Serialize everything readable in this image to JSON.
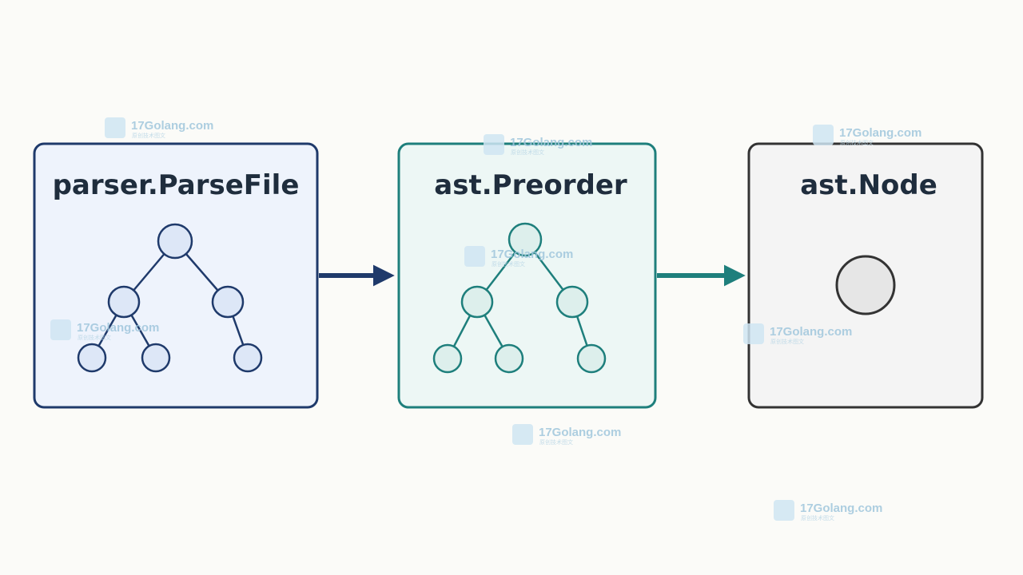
{
  "boxes": [
    {
      "id": "parsefile",
      "title": "parser.ParseFile",
      "kind": "tree",
      "color": "#1f3a6b",
      "fill": "#eef3fc",
      "node_fill": "#dde7f7"
    },
    {
      "id": "preorder",
      "title": "ast.Preorder",
      "kind": "tree",
      "color": "#1e7f7c",
      "fill": "#edf7f5",
      "node_fill": "#ddefec"
    },
    {
      "id": "node",
      "title": "ast.Node",
      "kind": "single",
      "color": "#333333",
      "fill": "#f4f4f4",
      "node_fill": "#e6e6e6"
    }
  ],
  "arrows": [
    {
      "from": "parsefile",
      "to": "preorder",
      "color": "#1f3a6b"
    },
    {
      "from": "preorder",
      "to": "node",
      "color": "#1e7f7c"
    }
  ],
  "watermark": {
    "text": "17Golang.com",
    "subtext": "原创技术图文"
  }
}
